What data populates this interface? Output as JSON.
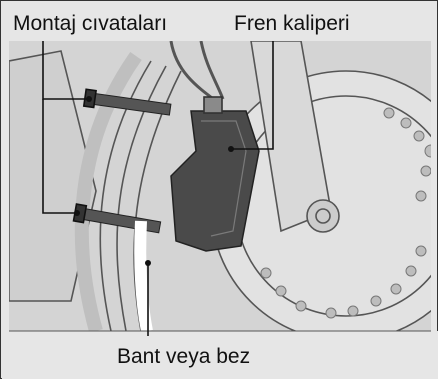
{
  "labels": {
    "mounting_bolts": "Montaj cıvataları",
    "brake_caliper": "Fren kaliperi",
    "tape_or_cloth": "Bant veya bez"
  }
}
